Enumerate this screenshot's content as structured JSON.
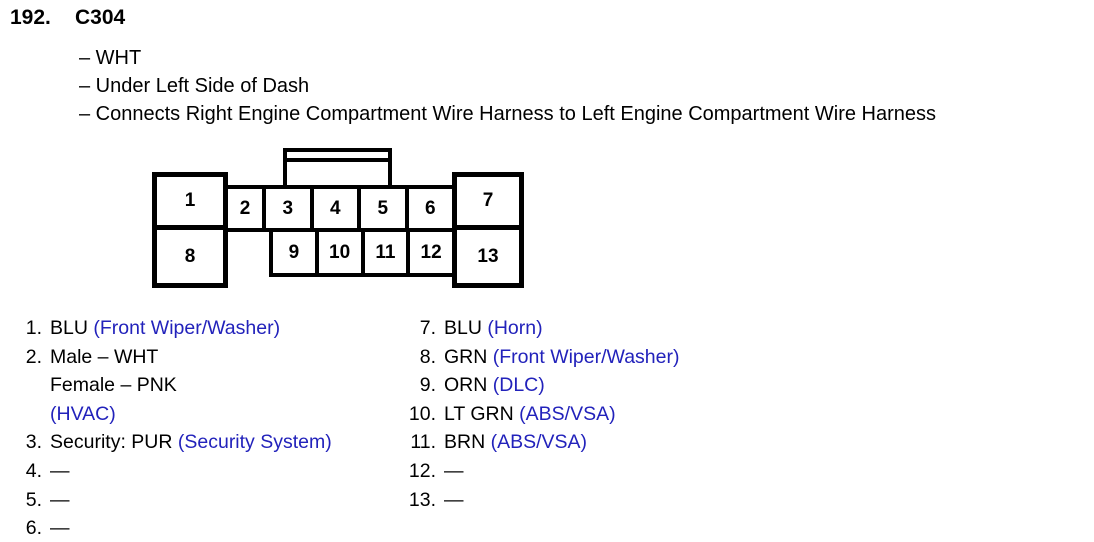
{
  "colors": {
    "text": "#000000",
    "link_blue": "#2222bb"
  },
  "header": {
    "index": "192.",
    "connector_id": "C304",
    "details": [
      "– WHT",
      "– Under Left Side of Dash",
      "– Connects Right Engine Compartment Wire Harness to Left Engine Compartment Wire Harness"
    ]
  },
  "connector": {
    "left_block": [
      "1",
      "8"
    ],
    "top_row": [
      "2",
      "3",
      "4",
      "5",
      "6"
    ],
    "bottom_row": [
      "9",
      "10",
      "11",
      "12"
    ],
    "right_block": [
      "7",
      "13"
    ]
  },
  "pins": {
    "left": [
      {
        "num": "1.",
        "wire": "BLU",
        "system": "(Front Wiper/Washer)"
      },
      {
        "num": "2.",
        "lines": [
          "Male – WHT",
          "Female – PNK",
          "(HVAC)"
        ]
      },
      {
        "num": "3.",
        "wire": "Security: PUR",
        "system": "(Security System)"
      },
      {
        "num": "4.",
        "wire": "—"
      },
      {
        "num": "5.",
        "wire": "—"
      },
      {
        "num": "6.",
        "wire": "—"
      }
    ],
    "right": [
      {
        "num": "7.",
        "wire": "BLU",
        "system": "(Horn)"
      },
      {
        "num": "8.",
        "wire": "GRN",
        "system": "(Front Wiper/Washer)"
      },
      {
        "num": "9.",
        "wire": "ORN",
        "system": "(DLC)"
      },
      {
        "num": "10.",
        "wire": "LT GRN",
        "system": "(ABS/VSA)"
      },
      {
        "num": "11.",
        "wire": "BRN",
        "system": "(ABS/VSA)"
      },
      {
        "num": "12.",
        "wire": "—"
      },
      {
        "num": "13.",
        "wire": "—"
      }
    ]
  }
}
